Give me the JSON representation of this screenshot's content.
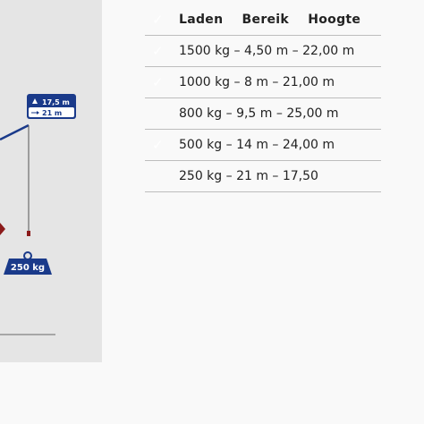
{
  "diagram": {
    "height_badge": "17,5 m",
    "reach_badge": "21 m",
    "load_label": "250 kg",
    "brand_color": "#1a3a8a",
    "accent_color": "#8b1a1a"
  },
  "table": {
    "headers": [
      "Laden",
      "Bereik",
      "Hoogte"
    ],
    "rows": [
      {
        "text": "1500 kg – 4,50 m – 22,00 m",
        "checked": true
      },
      {
        "text": "1000 kg – 8 m – 21,00 m",
        "checked": true
      },
      {
        "text": "800 kg – 9,5 m – 25,00 m",
        "checked": false
      },
      {
        "text": "500 kg – 14 m – 24,00 m",
        "checked": true
      },
      {
        "text": "250 kg – 21 m – 17,50",
        "checked": false
      }
    ]
  },
  "icons": {
    "check": "check-icon",
    "arrow_up": "arrow-up-icon",
    "arrow_right": "arrow-right-icon",
    "weight": "weight-icon"
  }
}
